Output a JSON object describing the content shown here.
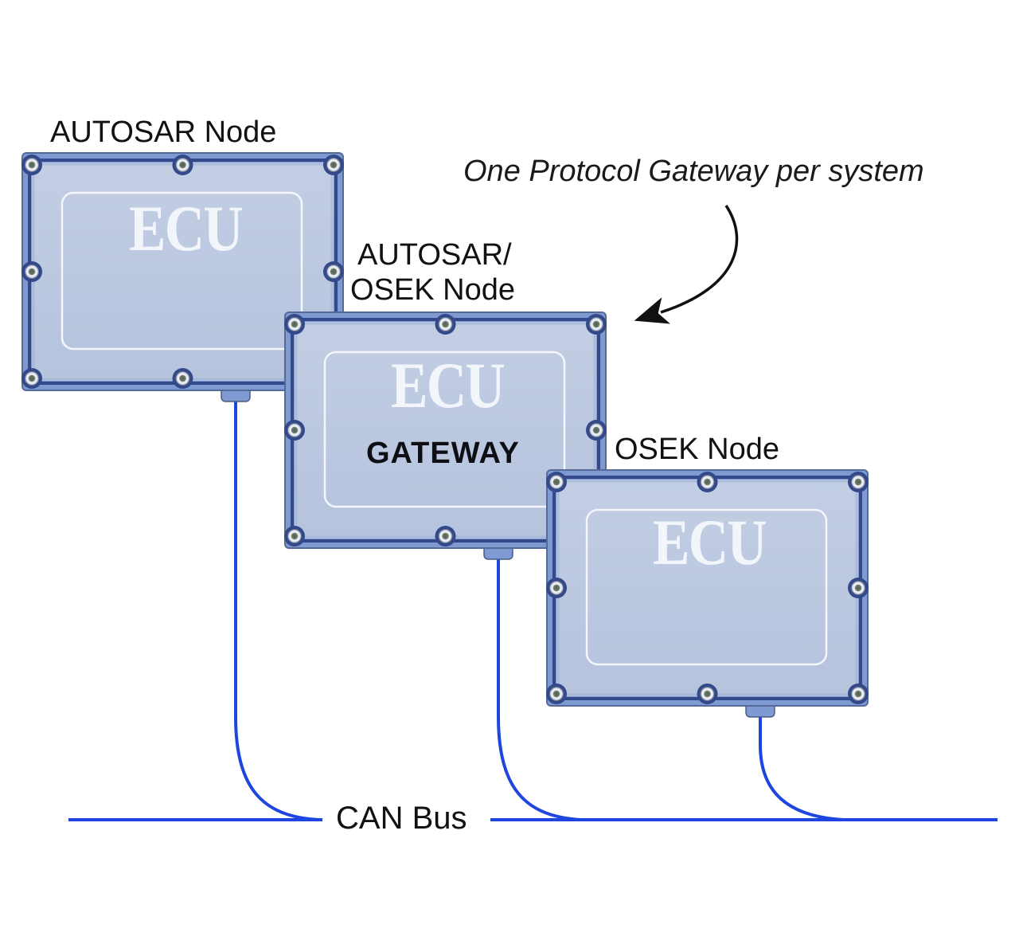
{
  "diagram": {
    "type": "network-topology",
    "colors": {
      "ecu_frame": "#7f9ad3",
      "ecu_frame_dark": "#33498a",
      "ecu_face": "#bcc8e0",
      "ecu_inner_border": "#f4f6fb",
      "ecu_text": "#f2f5fa",
      "bus_line": "#1f45e0",
      "screw_outer": "#e8ecf3",
      "screw_inner": "#5d6b5e",
      "text": "#111111"
    },
    "nodes": [
      {
        "id": "autosar-node",
        "label": "AUTOSAR Node",
        "ecu_text": "ECU",
        "subtitle": ""
      },
      {
        "id": "gateway-node",
        "label_line1": "AUTOSAR/",
        "label_line2": "OSEK Node",
        "ecu_text": "ECU",
        "subtitle": "GATEWAY"
      },
      {
        "id": "osek-node",
        "label": "OSEK Node",
        "ecu_text": "ECU",
        "subtitle": ""
      }
    ],
    "annotation": "One Protocol Gateway per system",
    "annotation_target": "gateway-node",
    "bus": {
      "label": "CAN Bus",
      "connected_nodes": [
        "autosar-node",
        "gateway-node",
        "osek-node"
      ]
    }
  }
}
